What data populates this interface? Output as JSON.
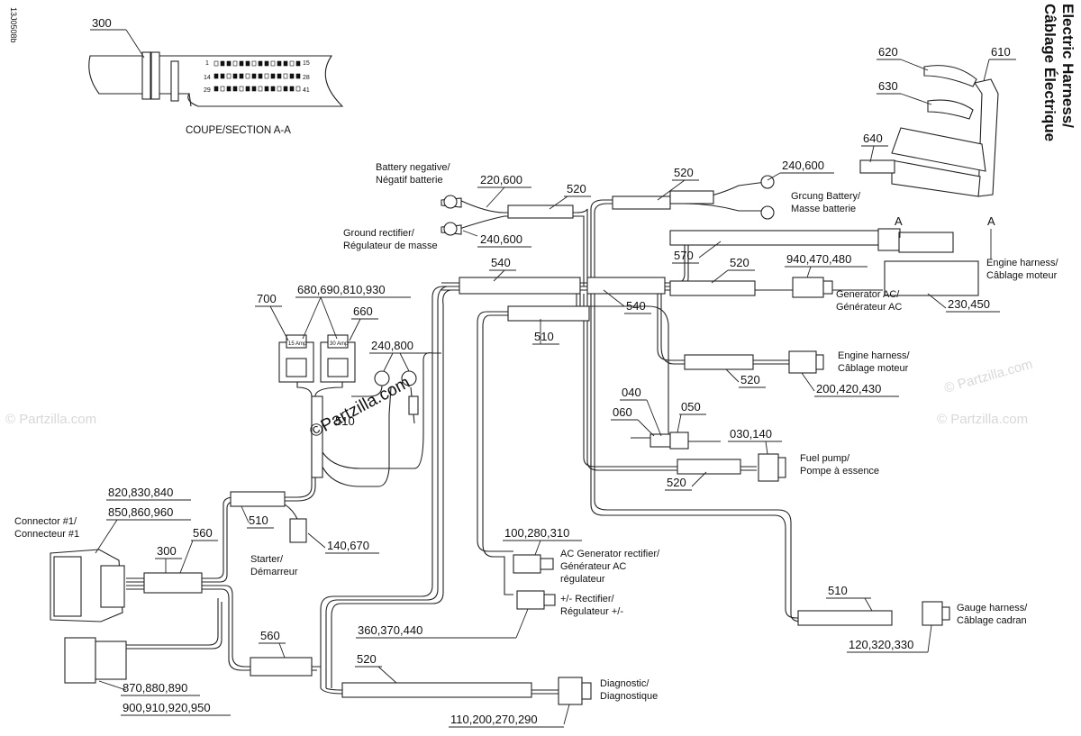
{
  "title": {
    "line1": "Electric Harness/",
    "line2": "Câblage Électrique"
  },
  "figure_code": "13J0508b",
  "watermarks": [
    "© Partzilla.com",
    "© Partzilla.com",
    "© Partzilla.com"
  ],
  "section": {
    "label": "COUPE/SECTION A-A",
    "ref": "300",
    "pins": [
      "15",
      "28",
      "14",
      "1",
      "29",
      "41"
    ]
  },
  "section_marks": [
    "A",
    "A"
  ],
  "callouts": {
    "c300a": "300",
    "c620": "620",
    "c630": "630",
    "c610": "610",
    "c640": "640",
    "c220600": "220,600",
    "c520a": "520",
    "c520b": "520",
    "c240600a": "240,600",
    "c240600b": "240,600",
    "c540a": "540",
    "c540b": "540",
    "c570": "570",
    "c520c": "520",
    "c940": "940,470,480",
    "c230450": "230,450",
    "c700": "700",
    "c680": "680,690,810,930",
    "c660": "660",
    "c240800": "240,800",
    "c510a": "510",
    "c510b": "510",
    "c520d": "520",
    "c200420": "200,420,430",
    "c040": "040",
    "c060": "060",
    "c050": "050",
    "c030140": "030,140",
    "c520e": "520",
    "c820": "820,830,840",
    "c850": "850,860,960",
    "c300b": "300",
    "c560a": "560",
    "c510c": "510",
    "c140670": "140,670",
    "c100280": "100,280,310",
    "c360": "360,370,440",
    "c560b": "560",
    "c510d": "510",
    "c120": "120,320,330",
    "c870": "870,880,890",
    "c900": "900,910,920,950",
    "c520f": "520",
    "c110": "110,200,270,290"
  },
  "labels": {
    "battery_negative": [
      "Battery negative/",
      "Négatif batterie"
    ],
    "ground_rectifier": [
      "Ground rectifier/",
      "Régulateur de masse"
    ],
    "ground_battery": [
      "Grcung Battery/",
      "Masse batterie"
    ],
    "engine_harness_top": [
      "Engine harness/",
      "Câblage moteur"
    ],
    "generator_ac": [
      "Generator AC/",
      "Générateur AC"
    ],
    "engine_harness_mid": [
      "Engine harness/",
      "Câblage moteur"
    ],
    "fuel_pump": [
      "Fuel pump/",
      "Pompe à essence"
    ],
    "connector1": [
      "Connector #1/",
      "Connecteur #1"
    ],
    "starter": [
      "Starter/",
      "Démarreur"
    ],
    "ac_gen_rect": [
      "AC Generator rectifier/",
      "Générateur AC",
      "régulateur"
    ],
    "rectifier_pm": [
      "+/- Rectifier/",
      "Régulateur +/-"
    ],
    "gauge": [
      "Gauge harness/",
      "Câblage cadran"
    ],
    "diagnostic": [
      "Diagnostic/",
      "Diagnostique"
    ]
  },
  "fuse_labels": [
    "15 Amp",
    "30 Amp"
  ],
  "center_watermark": "©Partzilla.com",
  "tube_marks": [
    "510"
  ]
}
